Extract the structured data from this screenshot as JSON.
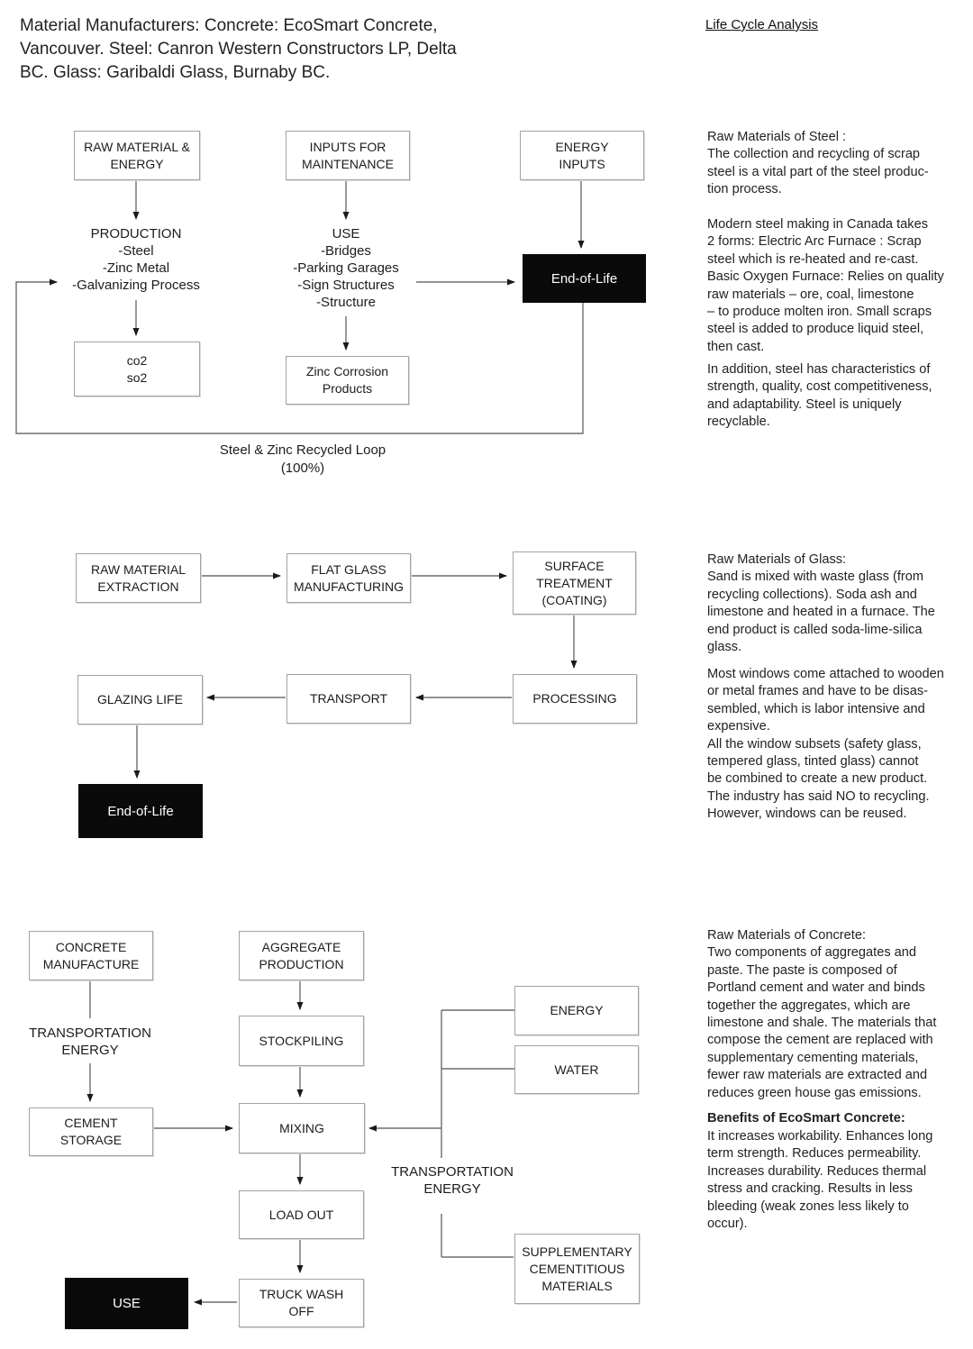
{
  "header": {
    "manufacturers": "Material Manufacturers: Concrete: EcoSmart Concrete,\nVancouver. Steel: Canron Western Constructors LP, Delta\nBC. Glass: Garibaldi Glass, Burnaby BC.",
    "doc_link": "Life Cycle Analysis"
  },
  "steel": {
    "raw_material_energy": "RAW MATERIAL &\nENERGY",
    "inputs_for_maintenance": "INPUTS FOR\nMAINTENANCE",
    "energy_inputs": "ENERGY\nINPUTS",
    "production": "PRODUCTION\n-Steel\n-Zinc Metal\n-Galvanizing Process",
    "use": "USE\n-Bridges\n-Parking Garages\n-Sign Structures\n-Structure",
    "end_of_life": "End-of-Life",
    "emissions": "co2\nso2",
    "zinc_corrosion": "Zinc Corrosion\nProducts",
    "loop_caption": "Steel & Zinc Recycled Loop\n(100%)",
    "notes_p1": "Raw Materials of Steel :\nThe collection and recycling of scrap\nsteel is a vital part of the steel produc-\ntion process.",
    "notes_p2": "Modern steel making in Canada takes\n2 forms: Electric Arc Furnace : Scrap\nsteel which is re-heated and re-cast.\nBasic Oxygen Furnace: Relies on quality\nraw materials – ore, coal, limestone\n– to produce molten iron. Small scraps\nsteel is added to produce liquid steel,\nthen cast.",
    "notes_p3": "In addition, steel has characteristics of\nstrength, quality, cost competitiveness,\nand adaptability. Steel is uniquely\nrecyclable."
  },
  "glass": {
    "raw_material_extraction": "RAW MATERIAL\nEXTRACTION",
    "flat_glass_manufacturing": "FLAT GLASS\nMANUFACTURING",
    "surface_treatment": "SURFACE\nTREATMENT\n(COATING)",
    "glazing_life": "GLAZING LIFE",
    "transport": "TRANSPORT",
    "processing": "PROCESSING",
    "end_of_life": "End-of-Life",
    "notes_p1": "Raw Materials of Glass:\nSand is mixed with waste glass (from\nrecycling collections). Soda ash and\nlimestone and heated in a furnace. The\nend product is called soda-lime-silica\nglass.",
    "notes_p2": "Most windows come attached to wooden\nor metal frames and have to be disas-\nsembled, which is labor intensive and\nexpensive.\nAll the window subsets (safety glass,\ntempered glass, tinted glass) cannot\nbe combined to create a new product.\nThe industry has said NO to recycling.\nHowever, windows can be reused."
  },
  "concrete": {
    "concrete_manufacture": "CONCRETE\nMANUFACTURE",
    "aggregate_production": "AGGREGATE\nPRODUCTION",
    "transportation_energy_left": "TRANSPORTATION\nENERGY",
    "stockpiling": "STOCKPILING",
    "cement_storage": "CEMENT\nSTORAGE",
    "mixing": "MIXING",
    "energy": "ENERGY",
    "water": "WATER",
    "transportation_energy_right": "TRANSPORTATION\nENERGY",
    "load_out": "LOAD OUT",
    "truck_wash_off": "TRUCK WASH\nOFF",
    "use": "USE",
    "supplementary_cementitious_materials": "SUPPLEMENTARY\nCEMENTITIOUS\nMATERIALS",
    "notes_p1": "Raw Materials of Concrete:\nTwo components of aggregates and\npaste. The paste is composed of\nPortland cement and water and binds\ntogether the aggregates, which are\nlimestone and shale. The materials that\ncompose the cement are replaced with\nsupplementary cementing materials,\nfewer raw materials are extracted and\nreduces green house gas emissions.",
    "benefits_title": "Benefits of EcoSmart Concrete:",
    "benefits_body": "It increases workability. Enhances long\nterm strength. Reduces permeability.\nIncreases durability. Reduces thermal\nstress and cracking. Results in less\nbleeding (weak zones less likely to\noccur)."
  }
}
